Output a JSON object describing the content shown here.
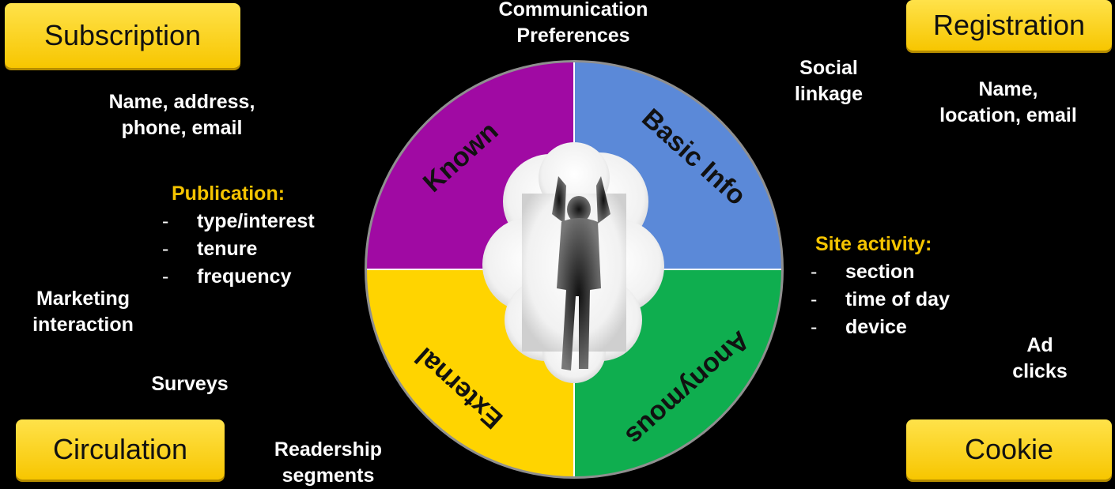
{
  "corners": {
    "subscription": "Subscription",
    "registration": "Registration",
    "circulation": "Circulation",
    "cookie": "Cookie"
  },
  "wheel": {
    "known": "Known",
    "basic_info": "Basic Info",
    "anonymous": "Anonymous",
    "external": "External",
    "colors": {
      "known": "#a00aa3",
      "basic_info": "#5b89d8",
      "anonymous": "#0fae4f",
      "external": "#ffd400"
    }
  },
  "labels": {
    "communication_line1": "Communication",
    "communication_line2": "Preferences",
    "social_line1": "Social",
    "social_line2": "linkage",
    "name_address_line1": "Name, address,",
    "name_address_line2": "phone, email",
    "name_location_line1": "Name,",
    "name_location_line2": "location, email",
    "marketing_line1": "Marketing",
    "marketing_line2": "interaction",
    "surveys": "Surveys",
    "readership_line1": "Readership",
    "readership_line2": "segments",
    "ad_line1": "Ad",
    "ad_line2": "clicks"
  },
  "publication": {
    "title": "Publication:",
    "items": [
      "type/interest",
      "tenure",
      "frequency"
    ]
  },
  "site_activity": {
    "title": "Site activity:",
    "items": [
      "section",
      "time of day",
      "device"
    ]
  },
  "dash": "-"
}
